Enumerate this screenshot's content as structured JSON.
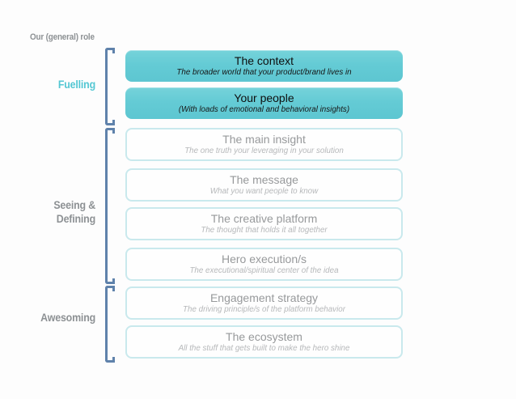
{
  "header": {
    "role_label": "Our (general) role"
  },
  "colors": {
    "teal_box_fill": "#63cbd5",
    "teal_label_text": "#54c7d3",
    "gray_label_text": "#8d9194",
    "bracket": "#5f82ab",
    "outline_box_border": "#c9e9ed",
    "outline_box_title": "#97999b",
    "outline_box_subtitle": "#b6b8ba",
    "teal_box_title": "#0e0e0e",
    "background": "#fdfdfd"
  },
  "sections": [
    {
      "name": "Fuelling",
      "label_lines": [
        "Fuelling"
      ],
      "boxes": [
        {
          "title": "The context",
          "subtitle": "The broader world that your product/brand lives in",
          "variant": "teal"
        },
        {
          "title": "Your people",
          "subtitle": "(With loads of emotional and behavioral insights)",
          "variant": "teal"
        }
      ]
    },
    {
      "name": "Seeing & Defining",
      "label_lines": [
        "Seeing &",
        "Defining"
      ],
      "boxes": [
        {
          "title": "The main insight",
          "subtitle": "The one truth your leveraging in your solution",
          "variant": "outline"
        },
        {
          "title": "The message",
          "subtitle": "What you want people to know",
          "variant": "outline"
        },
        {
          "title": "The creative platform",
          "subtitle": "The thought that holds it all together",
          "variant": "outline"
        },
        {
          "title": "Hero execution/s",
          "subtitle": "The executional/spiritual center of the idea",
          "variant": "outline"
        }
      ]
    },
    {
      "name": "Awesoming",
      "label_lines": [
        "Awesoming"
      ],
      "boxes": [
        {
          "title": "Engagement strategy",
          "subtitle": "The driving principle/s of the platform behavior",
          "variant": "outline"
        },
        {
          "title": "The ecosystem",
          "subtitle": "All the stuff that gets built to make the hero shine",
          "variant": "outline"
        }
      ]
    }
  ]
}
